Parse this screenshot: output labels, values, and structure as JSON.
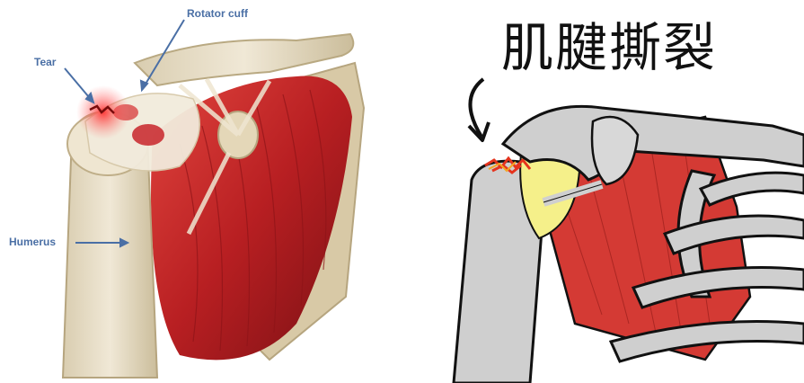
{
  "left_diagram": {
    "labels": {
      "tear": "Tear",
      "rotator_cuff": "Rotator cuff",
      "humerus": "Humerus"
    }
  },
  "right_diagram": {
    "title": "肌腱撕裂"
  },
  "colors": {
    "muscle_red": "#c0282a",
    "bone_beige": "#e7dcc4",
    "tendon_yellow": "#f5f08a",
    "tear_glow": "#ff3b3b",
    "label_blue": "#4a6fa5",
    "sketch_bone_gray": "#cfcfcf"
  }
}
